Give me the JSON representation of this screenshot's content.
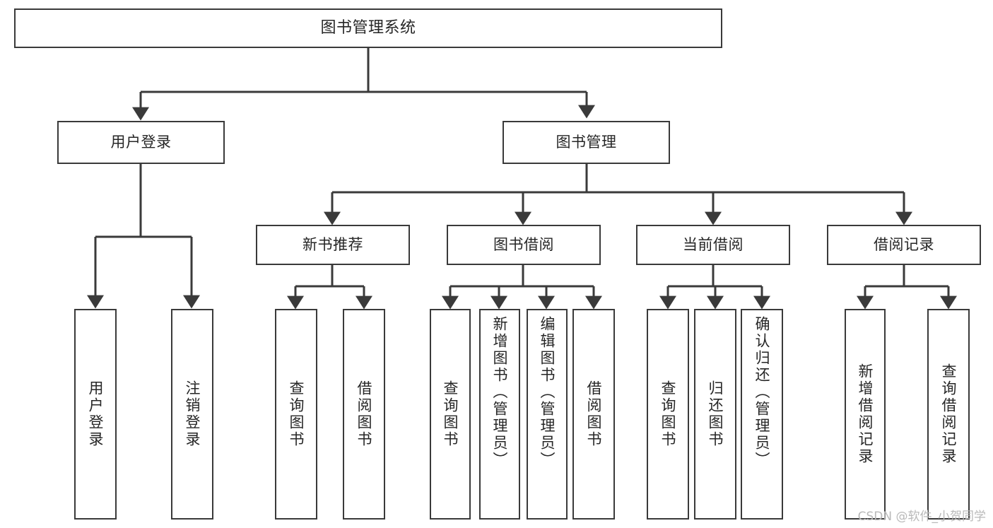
{
  "diagram": {
    "type": "tree",
    "title": "图书管理系统",
    "watermark": "CSDN @软件_小贺同学",
    "colors": {
      "stroke": "#3a3a3a",
      "fill": "#ffffff",
      "text": "#262626",
      "watermark": "#b9b9b9"
    },
    "nodes": {
      "root": {
        "label": "图书管理系统"
      },
      "level1": [
        {
          "label": "用户登录"
        },
        {
          "label": "图书管理"
        }
      ],
      "level2": [
        {
          "label": "新书推荐"
        },
        {
          "label": "图书借阅"
        },
        {
          "label": "当前借阅"
        },
        {
          "label": "借阅记录"
        }
      ],
      "leaves": {
        "user_login": [
          {
            "label": "用户登录"
          },
          {
            "label": "注销登录"
          }
        ],
        "new_book": [
          {
            "label": "查询图书"
          },
          {
            "label": "借阅图书"
          }
        ],
        "book_borrow": [
          {
            "label": "查询图书"
          },
          {
            "label": "新增图书（管理员）"
          },
          {
            "label": "编辑图书（管理员）"
          },
          {
            "label": "借阅图书"
          }
        ],
        "current_borrow": [
          {
            "label": "查询图书"
          },
          {
            "label": "归还图书"
          },
          {
            "label": "确认归还（管理员）"
          }
        ],
        "borrow_record": [
          {
            "label": "新增借阅记录"
          },
          {
            "label": "查询借阅记录"
          }
        ]
      }
    }
  }
}
